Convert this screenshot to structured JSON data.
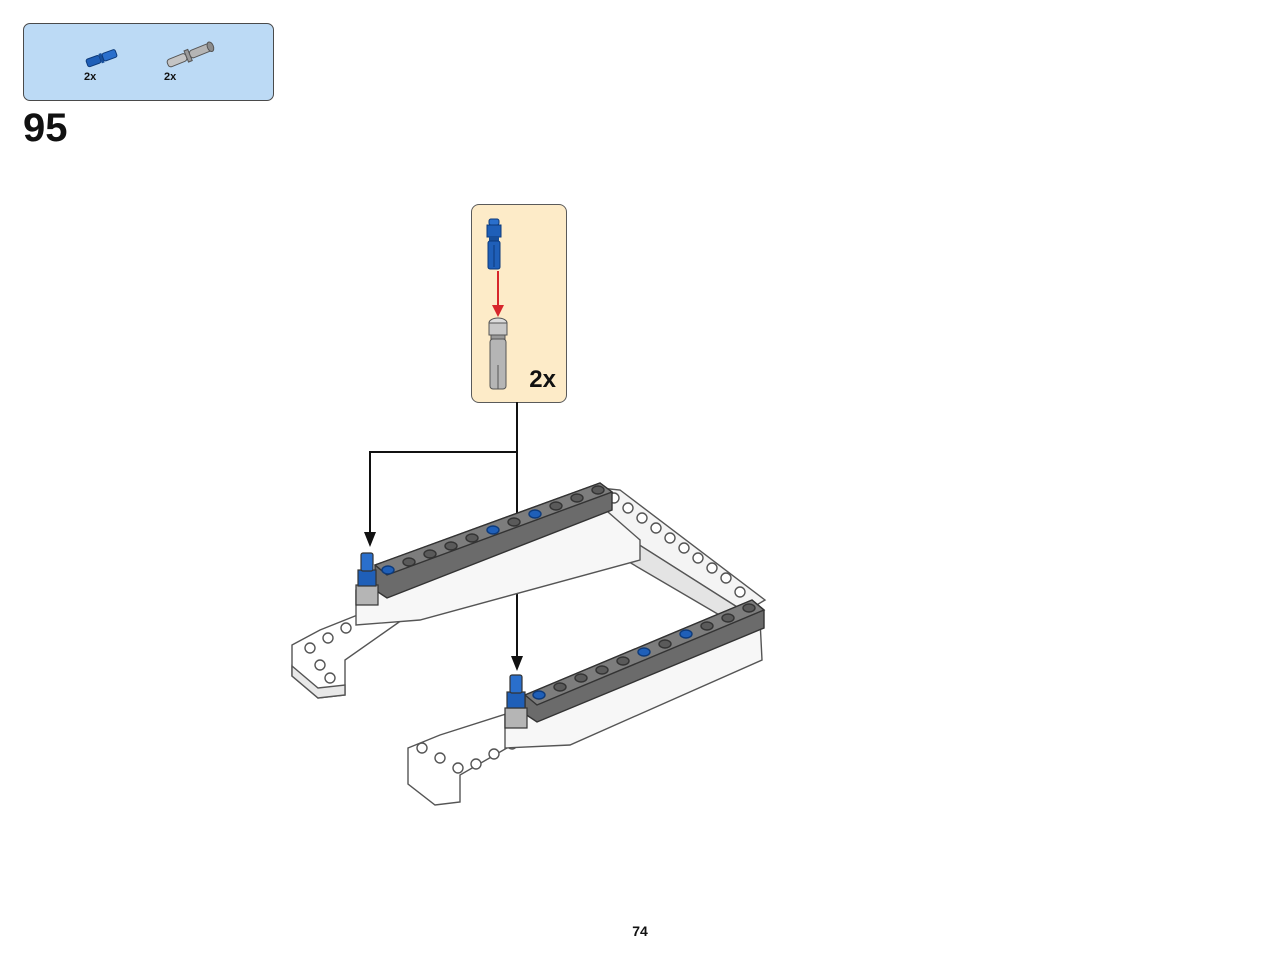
{
  "parts_list": {
    "items": [
      {
        "name": "blue-axle-pin",
        "quantity": "2x",
        "color": "#1f5fb8"
      },
      {
        "name": "grey-long-pin",
        "quantity": "2x",
        "color": "#9a9a9a"
      }
    ]
  },
  "step": {
    "number": "95"
  },
  "sub_assembly": {
    "quantity": "2x",
    "arrow_color": "#d7262b"
  },
  "colors": {
    "parts_box_bg": "#bcdaf5",
    "callout_bg": "#fdebc8",
    "dark_beam": "#6b6b6b",
    "white_beam": "#ffffff",
    "blue_pin": "#1f5fb8"
  },
  "page": {
    "number": "74"
  }
}
